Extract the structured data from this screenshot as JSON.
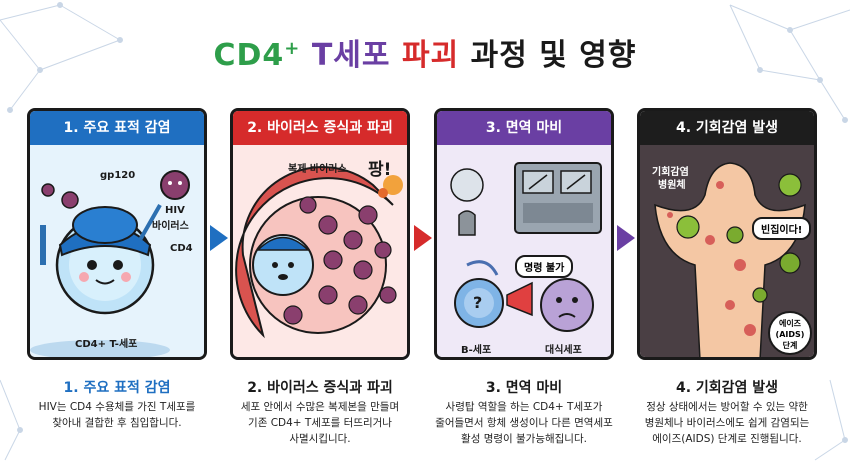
{
  "title": {
    "part_cd4": "CD4",
    "part_plus": "+",
    "part_t": " T",
    "part_cell": "세포",
    "part_destroy": " 파괴",
    "part_rest": " 과정 및 영향"
  },
  "colors": {
    "blue": "#1f6fc1",
    "red": "#d62b2b",
    "purple": "#6a3fa3",
    "black": "#1d1d1d",
    "green": "#2e9e4a"
  },
  "panels": [
    {
      "header": "1. 주요 표적 감염",
      "labels": {
        "gp120": "gp120",
        "hiv": "HIV",
        "virus": "바이러스",
        "cd4": "CD4",
        "cell": "CD4+ T-세포"
      },
      "caption_title": "1. 주요 표적 감염",
      "caption_lines": [
        "HIV는 CD4 수용체를 가진 T세포를",
        "찾아내 결합한 후 침입합니다."
      ]
    },
    {
      "header": "2. 바이러스 증식과 파괴",
      "labels": {
        "copies": "복제 바이러스",
        "pop": "팡!"
      },
      "caption_title": "2. 바이러스 증식과 파괴",
      "caption_lines": [
        "세포 안에서 수많은 복제본을 만들며",
        "기존 CD4+ T세포를 터뜨리거나",
        "사멸시킵니다."
      ]
    },
    {
      "header": "3. 면역 마비",
      "labels": {
        "no_command": "명령 불가",
        "bcell": "B-세포",
        "macrophage": "대식세포",
        "question": "?"
      },
      "caption_title": "3. 면역 마비",
      "caption_lines": [
        "사령탑 역할을 하는 CD4+ T세포가",
        "줄어들면서 항체 생성이나 다른 면역세포",
        "활성 명령이 불가능해집니다."
      ]
    },
    {
      "header": "4. 기회감염 발생",
      "labels": {
        "pathogen_1": "기회감염",
        "pathogen_2": "병원체",
        "empty": "빈집이다!",
        "aids_1": "에이즈",
        "aids_2": "(AIDS)",
        "aids_3": "단계"
      },
      "caption_title": "4. 기회감염 발생",
      "caption_lines": [
        "정상 상태에서는 방어할 수 있는 약한",
        "병원체나 바이러스에도 쉽게 감염되는",
        "에이즈(AIDS) 단계로 진행됩니다."
      ]
    }
  ]
}
